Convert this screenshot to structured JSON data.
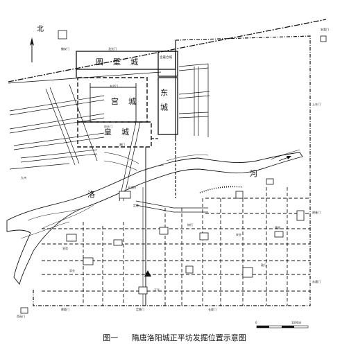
{
  "caption": {
    "figure_no": "图一",
    "title": "隋唐洛阳城正平坊发掘位置示意图"
  },
  "north_label": "北",
  "scale": {
    "start": "0",
    "end": "1000米"
  },
  "labels": {
    "yuanbi": "圆壁城",
    "gongcheng": "宫城",
    "huangcheng": "皇城",
    "dongcheng": "东城",
    "hanjia": "含嘉仓城",
    "luo": "洛",
    "he": "河"
  },
  "small_labels": {
    "gate_north": "龙光门",
    "gate_xuanwu": "玄武门",
    "gate_yingtian": "应天门",
    "gate_duanmen": "端门",
    "gate_dingding": "定鼎门",
    "gate_houzai": "厚载门",
    "gate_changxia": "长夏门",
    "gate_yongtong": "永通门",
    "gate_jianchun": "建春门",
    "gate_shangdong": "上东门",
    "gate_anxi": "安喜门",
    "gate_xinan": "徽安门",
    "gate_xiyuan": "西苑门",
    "gate_jiuzhou": "九州",
    "bridge_tianjin": "天津桥",
    "street_dingding": "定鼎",
    "ward_zhengping": "正平",
    "ward_lide": "履道",
    "ward_a": "修行",
    "ward_b": "宣范",
    "ward_c": "崇业",
    "ward_d": "安业",
    "ward_e": "敦行"
  },
  "colors": {
    "ink": "#111111",
    "river": "#ffffff"
  }
}
